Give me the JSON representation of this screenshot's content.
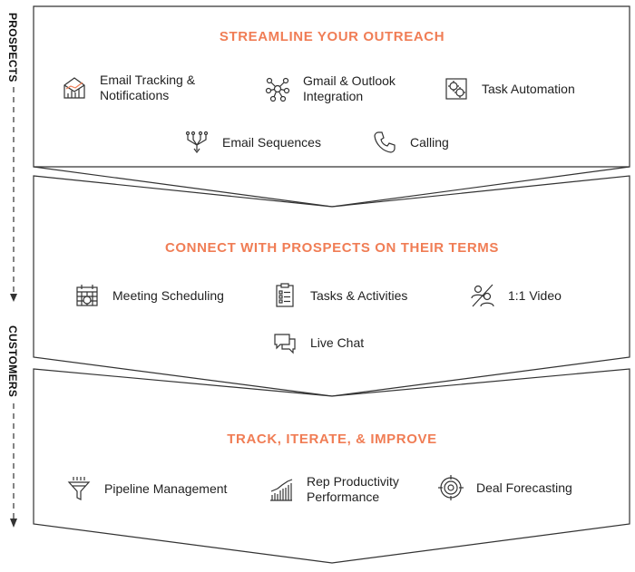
{
  "side_labels": {
    "top": "PROSPECTS",
    "bottom": "CUSTOMERS"
  },
  "colors": {
    "accent": "#f07d55",
    "border": "#333333",
    "text": "#222222"
  },
  "sections": [
    {
      "title": "STREAMLINE YOUR OUTREACH",
      "features": [
        {
          "label": "Email Tracking &\nNotifications",
          "icon": "email-tracking-icon"
        },
        {
          "label": "Gmail & Outlook\nIntegration",
          "icon": "integration-network-icon"
        },
        {
          "label": "Task Automation",
          "icon": "task-automation-icon"
        },
        {
          "label": "Email Sequences",
          "icon": "email-sequences-icon"
        },
        {
          "label": "Calling",
          "icon": "phone-icon"
        }
      ]
    },
    {
      "title": "CONNECT WITH PROSPECTS ON THEIR TERMS",
      "features": [
        {
          "label": "Meeting Scheduling",
          "icon": "calendar-icon"
        },
        {
          "label": "Tasks & Activities",
          "icon": "checklist-icon"
        },
        {
          "label": "1:1 Video",
          "icon": "video-users-icon"
        },
        {
          "label": "Live Chat",
          "icon": "chat-bubbles-icon"
        }
      ]
    },
    {
      "title": "TRACK, ITERATE, & IMPROVE",
      "features": [
        {
          "label": "Pipeline Management",
          "icon": "funnel-icon"
        },
        {
          "label": "Rep Productivity\nPerformance",
          "icon": "bar-chart-icon"
        },
        {
          "label": "Deal Forecasting",
          "icon": "target-icon"
        }
      ]
    }
  ]
}
